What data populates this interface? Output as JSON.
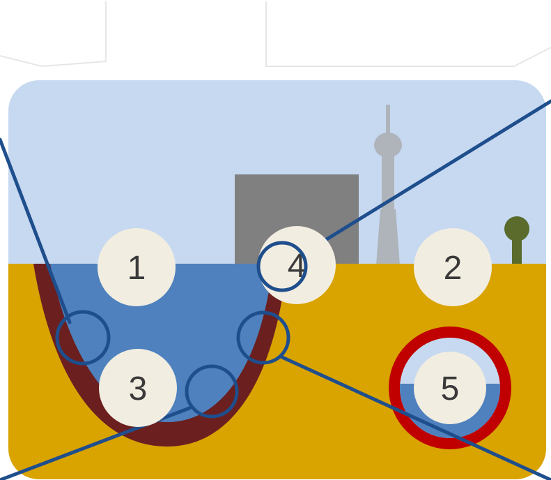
{
  "diagram": {
    "markers": [
      {
        "id": "marker-1",
        "label": "1"
      },
      {
        "id": "marker-2",
        "label": "2"
      },
      {
        "id": "marker-3",
        "label": "3"
      },
      {
        "id": "marker-4",
        "label": "4"
      },
      {
        "id": "marker-5",
        "label": "5"
      }
    ],
    "colors": {
      "sky": "#c6d9f1",
      "ground": "#d9a300",
      "water": "#4e81bd",
      "clay_lining": "#6b1f1f",
      "building": "#808080",
      "tower": "#aeb4ba",
      "tree": "#5a6b2c",
      "pipe_ring": "#c00000",
      "callout_line": "#1f4e8c",
      "marker_fill": "#f2ede1",
      "marker_text": "#3a3a3a"
    }
  }
}
